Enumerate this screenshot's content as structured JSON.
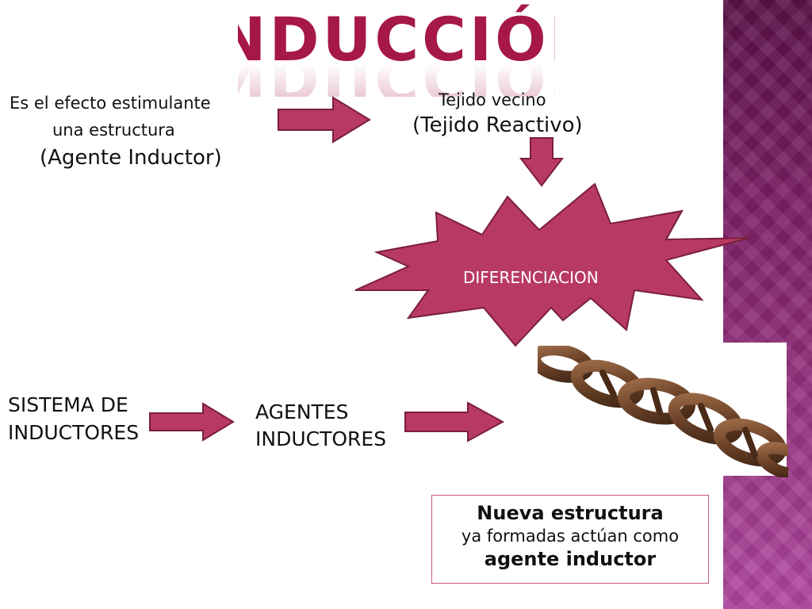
{
  "title": "INDUCCIÓN",
  "top_left": {
    "line1": "Es el efecto estimulante",
    "line2": "una estructura",
    "line3": "(Agente Inductor)"
  },
  "top_right": {
    "line1": "Tejido vecino",
    "line2": "(Tejido Reactivo)"
  },
  "burst_label": "DIFERENCIACION",
  "bottom_left": {
    "line1": "SISTEMA DE",
    "line2": "INDUCTORES"
  },
  "bottom_middle": {
    "line1": "AGENTES",
    "line2": "INDUCTORES"
  },
  "result_box": {
    "line1": "Nueva estructura",
    "line2": "ya formadas actúan como",
    "line3": "agente inductor"
  },
  "colors": {
    "accent": "#b83a62",
    "accent_dark": "#7a1e3c",
    "title": "#a6174a",
    "sidebar": "#7e2168"
  },
  "icons": [
    "right-arrow-icon",
    "down-arrow-icon",
    "starburst-shape",
    "chain-image"
  ]
}
